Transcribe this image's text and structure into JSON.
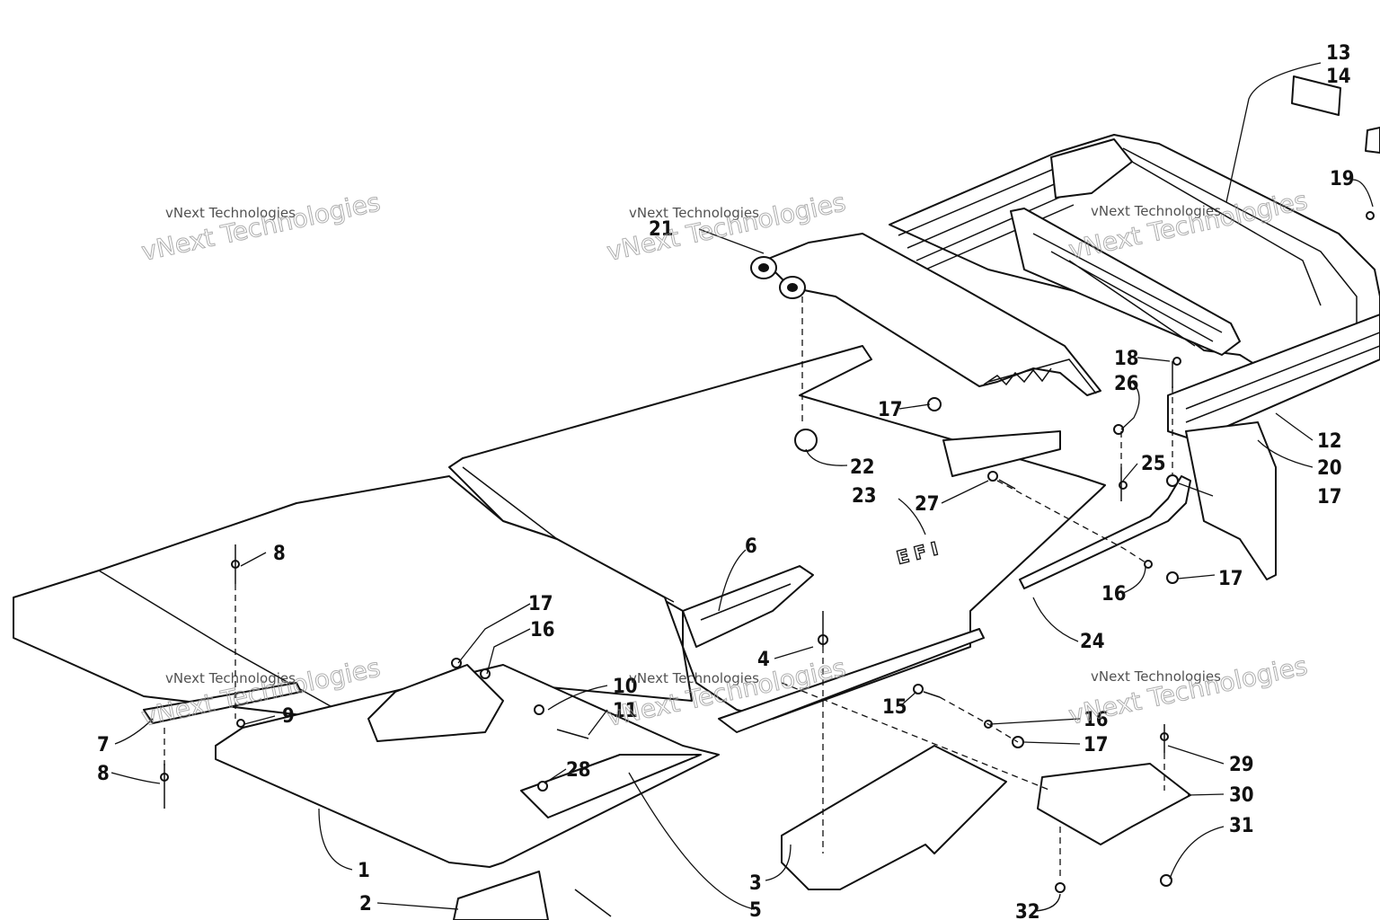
{
  "diagram": {
    "callouts": [
      "1",
      "2",
      "3",
      "4",
      "5",
      "6",
      "7",
      "8",
      "8",
      "9",
      "10",
      "11",
      "12",
      "13",
      "14",
      "15",
      "16",
      "16",
      "16",
      "17",
      "17",
      "17",
      "17",
      "17",
      "18",
      "19",
      "20",
      "21",
      "22",
      "23",
      "24",
      "25",
      "26",
      "27",
      "28",
      "29",
      "30",
      "31",
      "32"
    ],
    "decal_text": "EFI",
    "watermark_small": "vNext Technologies",
    "watermark_large": "vNext Technologies"
  }
}
